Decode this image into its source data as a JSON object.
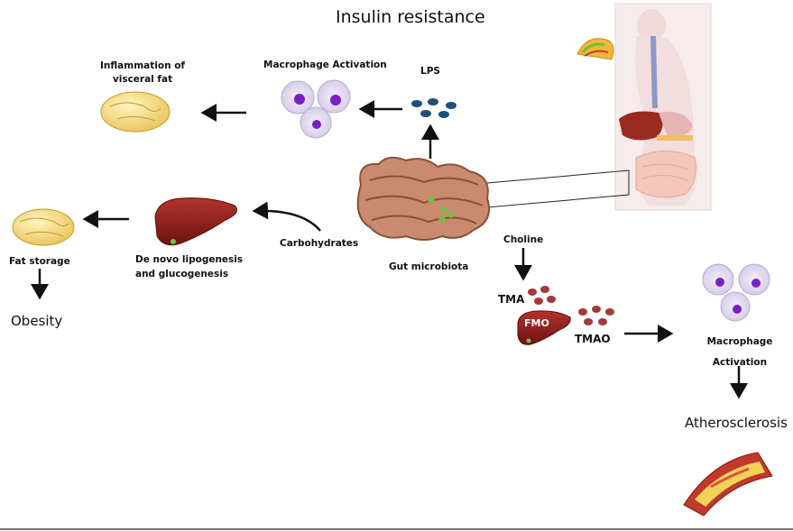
{
  "title": "Insulin resistance",
  "labels": {
    "inflammation": "Inflammation of visceral fat",
    "macrophage_top": "Macrophage  Activation",
    "lps": "LPS",
    "fat_storage": "Fat storage",
    "obesity": "Obesity",
    "de_novo": "De novo lipogenesis and glucogenesis",
    "carbohydrates": "Carbohydrates",
    "gut_microbiota": "Gut microbiota",
    "choline": "Choline",
    "tma": "TMA",
    "fmo": "FMO",
    "tmao": "TMAO",
    "macrophage_bottom": "Macrophage Activation",
    "atherosclerosis": "Atherosclerosis"
  },
  "colors": {
    "arrow": "#111111",
    "liver": "#8b1a1a",
    "fat": "#f3d77a",
    "lps_dots": "#1f4e79",
    "tma_dots": "#a33a3a",
    "cell_nucleus": "#7a1fc7",
    "microbes": "#6fc04a"
  }
}
